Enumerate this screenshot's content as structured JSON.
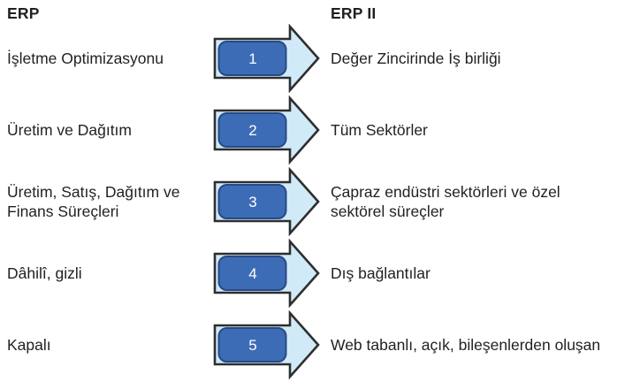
{
  "diagram": {
    "left_header": "ERP",
    "right_header": "ERP II",
    "rows": [
      {
        "num": "1",
        "left": "İşletme Optimizasyonu",
        "right": "Değer Zincirinde İş birliği"
      },
      {
        "num": "2",
        "left": "Üretim ve Dağıtım",
        "right": "Tüm Sektörler"
      },
      {
        "num": "3",
        "left": "Üretim, Satış, Dağıtım ve\nFinans Süreçleri",
        "right": "Çapraz endüstri sektörleri ve özel\nsektörel süreçler"
      },
      {
        "num": "4",
        "left": "Dâhilî, gizli",
        "right": "Dış bağlantılar"
      },
      {
        "num": "5",
        "left": "Kapalı",
        "right": "Web tabanlı, açık, bileşenlerden oluşan"
      }
    ],
    "colors": {
      "arrow_fill": "#d0eaf8",
      "arrow_outline": "#2e2e2e",
      "badge_fill": "#3d6cb7",
      "badge_border": "#284a85",
      "badge_text": "#ffffff",
      "text": "#221f1f"
    }
  }
}
